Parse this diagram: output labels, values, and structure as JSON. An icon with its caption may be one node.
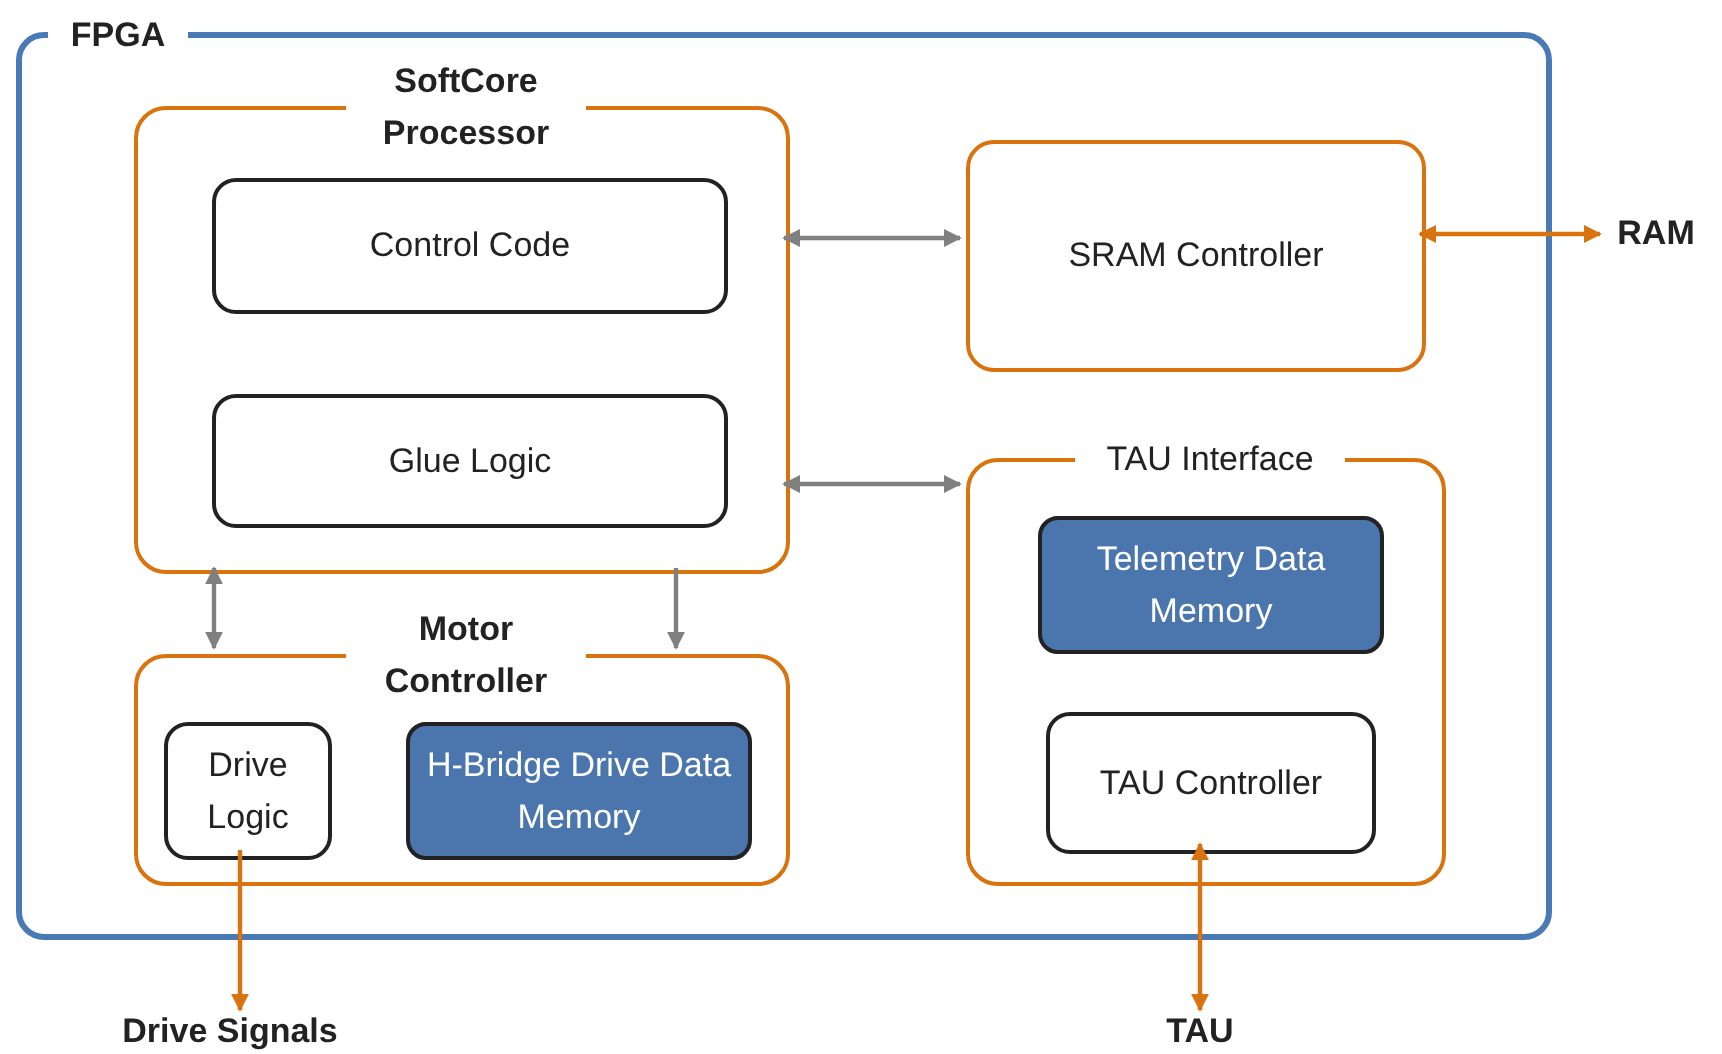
{
  "diagram": {
    "nodes": [
      {
        "text": [
          "FPGA"
        ]
      },
      {
        "text": [
          "SoftCore Processor"
        ],
        "in": 0
      },
      {
        "text": [
          "Control Code"
        ],
        "in": 1
      },
      {
        "text": [
          "Glue Logic"
        ],
        "in": 1
      },
      {
        "text": [
          "SRAM Controller"
        ],
        "in": 0
      },
      {
        "text": [
          "TAU Interface"
        ],
        "in": 0
      },
      {
        "text": [
          "Telemetry Data Memory"
        ],
        "in": 5
      },
      {
        "text": [
          "TAU Controller"
        ],
        "in": 5
      },
      {
        "text": [
          "Motor Controller"
        ],
        "in": 0
      },
      {
        "text": [
          "Drive Logic"
        ],
        "in": 8
      },
      {
        "text": [
          "H-Bridge Drive Data Memory"
        ],
        "in": 8
      },
      {
        "text": [
          "RAM"
        ]
      },
      {
        "text": [
          "Drive Signals"
        ]
      },
      {
        "text": [
          "TAU"
        ]
      }
    ],
    "edges": [
      {
        "from": 1,
        "to": 4,
        "arrow": "both"
      },
      {
        "from": 1,
        "to": 5,
        "arrow": "both"
      },
      {
        "from": 1,
        "to": 8,
        "arrow": "both"
      },
      {
        "from": 1,
        "to": 8,
        "arrow": "to"
      },
      {
        "from": 4,
        "to": 11,
        "arrow": "both",
        "color": "#d9730d"
      },
      {
        "from": 9,
        "to": 12,
        "arrow": "to",
        "color": "#d9730d"
      },
      {
        "from": 7,
        "to": 13,
        "arrow": "both",
        "color": "#d9730d"
      }
    ]
  }
}
